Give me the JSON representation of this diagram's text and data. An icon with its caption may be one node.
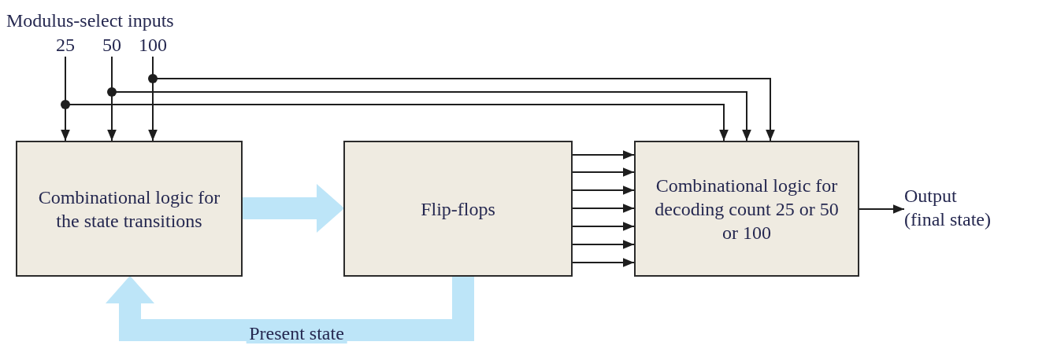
{
  "diagram": {
    "nodes": [
      {
        "text": [
          "25"
        ]
      },
      {
        "text": [
          "50"
        ]
      },
      {
        "text": [
          "100"
        ]
      },
      {
        "text": [
          "Combinational logic for the state transitions"
        ]
      },
      {
        "text": [
          "Flip-flops"
        ]
      },
      {
        "text": [
          "Combinational logic for decoding count 25 or 50 or 100"
        ]
      },
      {
        "text": [
          "Output",
          "(final state)"
        ]
      }
    ],
    "edges": [
      {
        "from": 0,
        "to": 3,
        "arrow": "to"
      },
      {
        "from": 1,
        "to": 3,
        "arrow": "to"
      },
      {
        "from": 2,
        "to": 3,
        "arrow": "to"
      },
      {
        "from": 0,
        "to": 5,
        "arrow": "to"
      },
      {
        "from": 1,
        "to": 5,
        "arrow": "to"
      },
      {
        "from": 2,
        "to": 5,
        "arrow": "to"
      },
      {
        "from": 3,
        "to": 4,
        "arrow": "to",
        "style": "thick",
        "color": "#bde5f8"
      },
      {
        "from": 4,
        "to": 5,
        "arrow": "to"
      },
      {
        "from": 4,
        "to": 5,
        "arrow": "to"
      },
      {
        "from": 4,
        "to": 5,
        "arrow": "to"
      },
      {
        "from": 4,
        "to": 5,
        "arrow": "to"
      },
      {
        "from": 4,
        "to": 5,
        "arrow": "to"
      },
      {
        "from": 4,
        "to": 5,
        "arrow": "to"
      },
      {
        "from": 4,
        "to": 5,
        "arrow": "to"
      },
      {
        "from": 5,
        "to": 6,
        "arrow": "to"
      },
      {
        "from": 4,
        "to": 3,
        "arrow": "to",
        "label": "Present state",
        "style": "thick",
        "color": "#bde5f8"
      }
    ],
    "labels": [
      "Modulus-select inputs"
    ]
  }
}
